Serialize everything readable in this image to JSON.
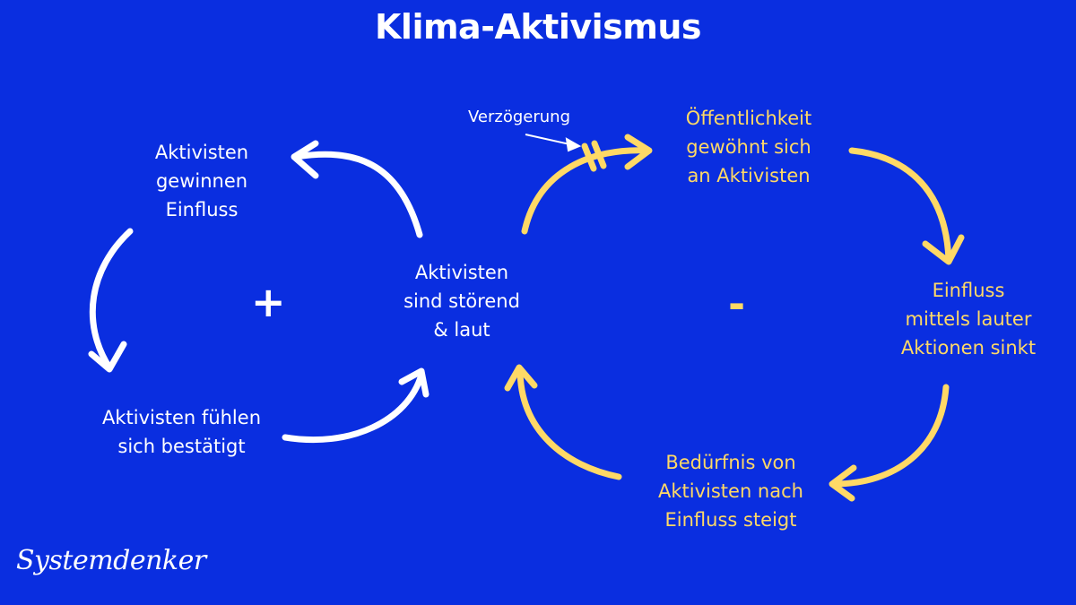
{
  "title": "Klima-Aktivismus",
  "nodes": {
    "center": [
      "Aktivisten",
      "sind störend",
      "& laut"
    ],
    "left_top": [
      "Aktivisten",
      "gewinnen",
      "Einfluss"
    ],
    "left_bottom": [
      "Aktivisten fühlen",
      "sich bestätigt"
    ],
    "right_top": [
      "Öffentlichkeit",
      "gewöhnt sich",
      "an Aktivisten"
    ],
    "right_mid": [
      "Einfluss",
      "mittels lauter",
      "Aktionen sinkt"
    ],
    "right_bottom": [
      "Bedürfnis von",
      "Aktivisten nach",
      "Einfluss steigt"
    ]
  },
  "loops": {
    "reinforcing_sign": "+",
    "balancing_sign": "-"
  },
  "delay_label": "Verzögerung",
  "logo": "Systemdenker",
  "colors": {
    "background": "#0a2ee0",
    "white": "#ffffff",
    "yellow": "#ffd966"
  }
}
